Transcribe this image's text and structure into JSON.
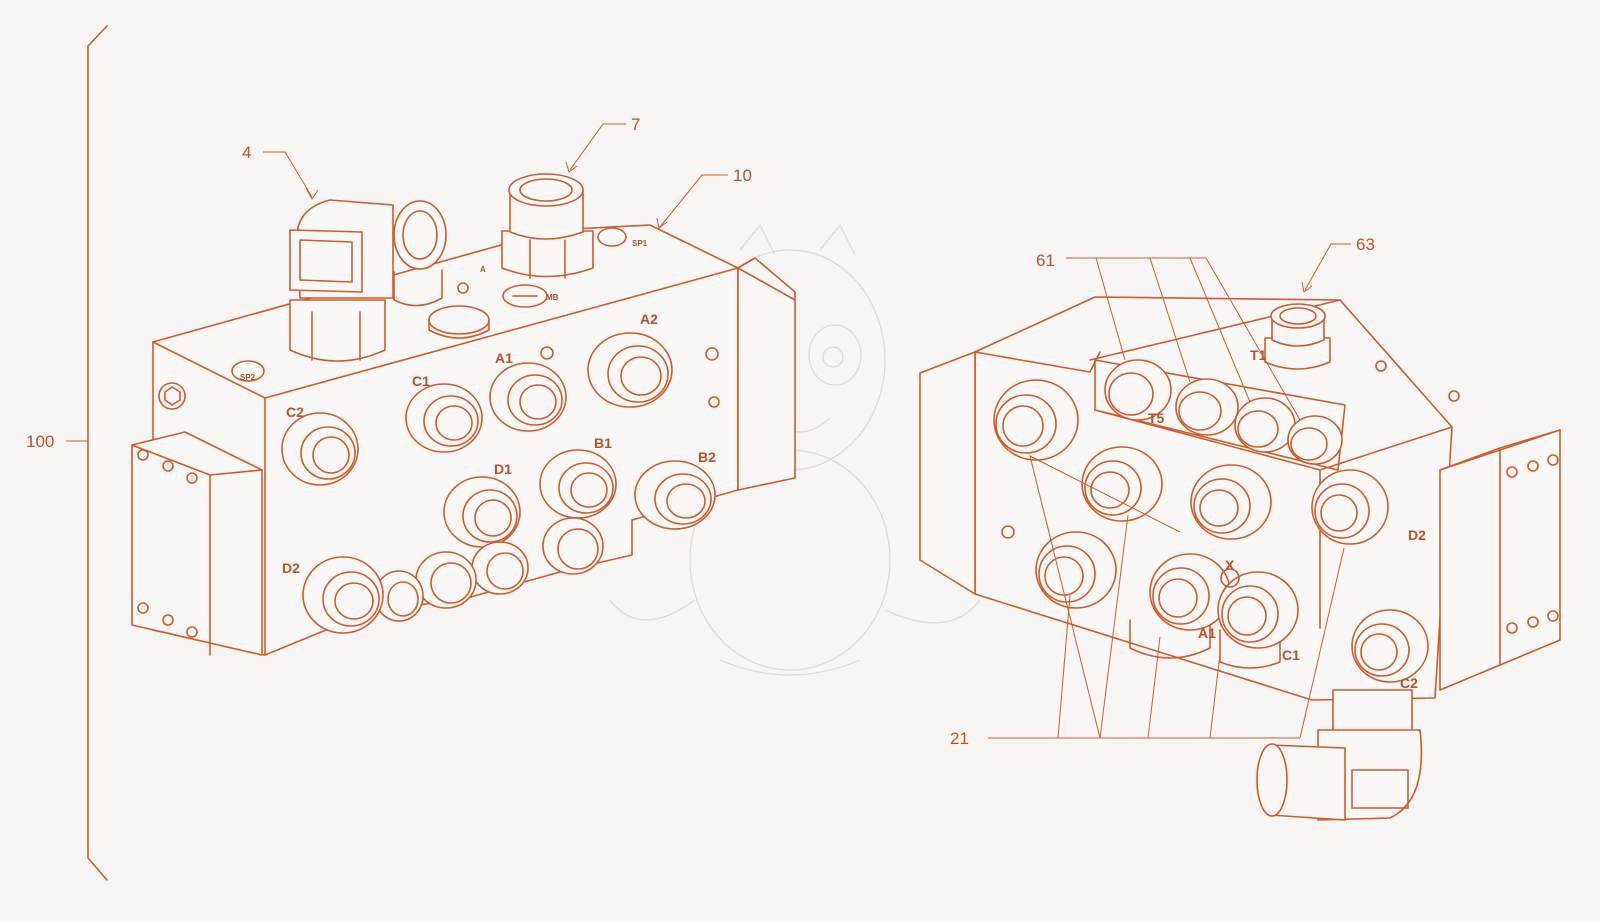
{
  "colors": {
    "line": "#cf5b2c",
    "text": "#c25127",
    "background": "#f7f6f5"
  },
  "reference_numerals": {
    "assembly": "100",
    "elbow_left": "4",
    "fitting_top": "7",
    "block_left": "10",
    "ports_right": "61",
    "fitting_right": "63",
    "ports_front": "21"
  },
  "left_block_labels": {
    "a2": "A2",
    "a1": "A1",
    "c1": "C1",
    "c2": "C2",
    "b1": "B1",
    "d1": "D1",
    "b2": "B2",
    "d2": "D2",
    "a": "A",
    "sp2": "SP2",
    "sp1": "SP1",
    "mb": "MB"
  },
  "right_block_labels": {
    "t1": "T1",
    "t5": "T5",
    "x": "X",
    "d2": "D2",
    "a1": "A1",
    "c1": "C1",
    "c2": "C2"
  },
  "watermark": "dragon-watermark"
}
